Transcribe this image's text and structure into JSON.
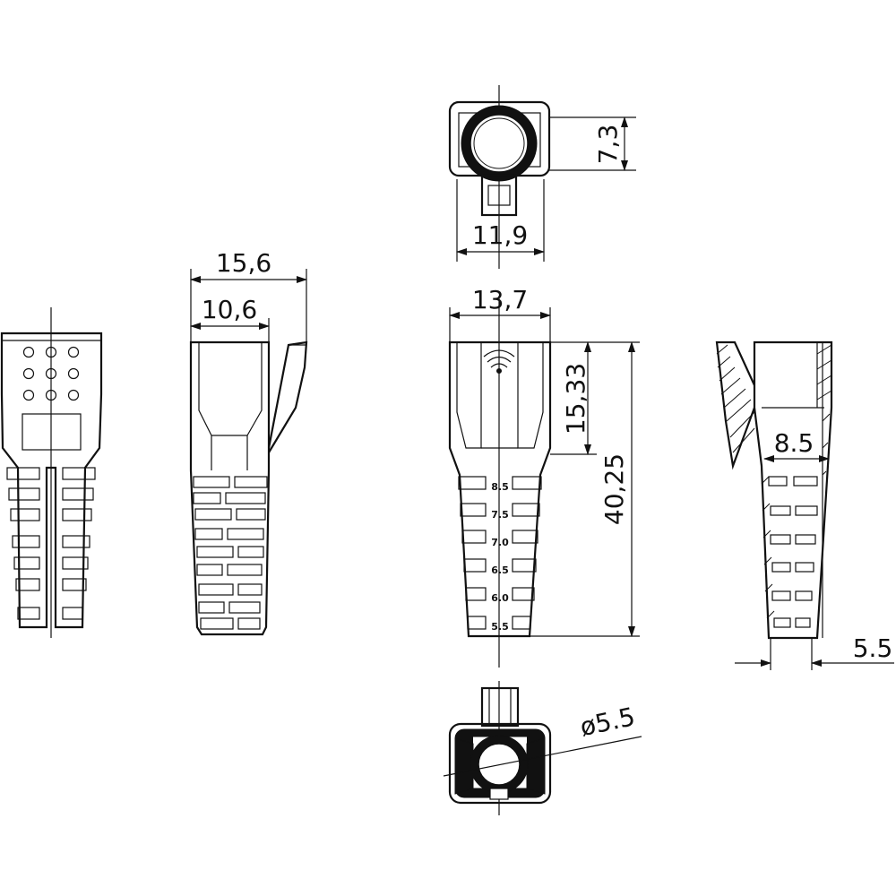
{
  "dimensions": {
    "width_boot": "15,6",
    "width_body": "10,6",
    "width_front": "13,7",
    "width_top": "11,9",
    "height_top": "7,3",
    "length_total": "40,25",
    "length_upper": "15,33",
    "inner_section": "8.5",
    "outlet_section": "5.5",
    "hole_diameter": "ø5.5"
  },
  "scale_marks": [
    "8.5",
    "7.5",
    "7.0",
    "6.5",
    "6.0",
    "5.5"
  ],
  "colors": {
    "line": "#111111",
    "background": "#ffffff"
  }
}
